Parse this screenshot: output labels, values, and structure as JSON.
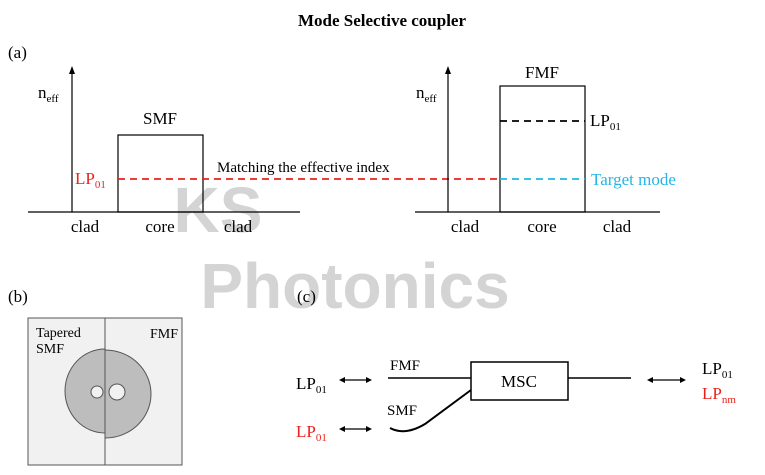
{
  "title": "Mode Selective coupler",
  "panel_a": {
    "label": "(a)",
    "left": {
      "axis_label_main": "n",
      "axis_label_sub": "eff",
      "fiber_label": "SMF",
      "mode_main": "LP",
      "mode_sub": "01",
      "regions": [
        "clad",
        "core",
        "clad"
      ]
    },
    "matching_text": "Matching the effective index",
    "right": {
      "axis_label_main": "n",
      "axis_label_sub": "eff",
      "fiber_label": "FMF",
      "mode_main": "LP",
      "mode_sub": "01",
      "target_label": "Target mode",
      "regions": [
        "clad",
        "core",
        "clad"
      ]
    }
  },
  "panel_b": {
    "label": "(b)",
    "left_label_line1": "Tapered",
    "left_label_line2": "SMF",
    "right_label": "FMF"
  },
  "panel_c": {
    "label": "(c)",
    "input_top": {
      "main": "LP",
      "sub": "01"
    },
    "input_bottom": {
      "main": "LP",
      "sub": "01"
    },
    "fmf_label": "FMF",
    "smf_label": "SMF",
    "device_label": "MSC",
    "output_top": {
      "main": "LP",
      "sub": "01"
    },
    "output_bottom": {
      "main": "LP",
      "sub": "nm"
    }
  },
  "watermark": {
    "line1": "KS",
    "line2": "Photonics"
  },
  "colors": {
    "red": "#e8231d",
    "cyan": "#23b6e6",
    "gray": "#bdbdbd",
    "watermark": "#cfcfcf"
  }
}
